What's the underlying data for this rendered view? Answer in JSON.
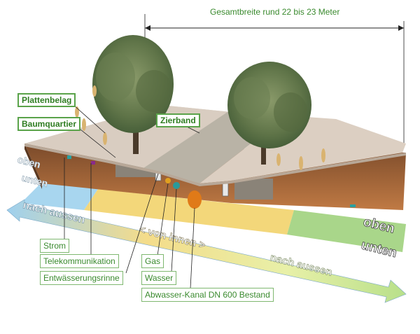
{
  "dimension": {
    "text": "Gesamtbreite rund 22 bis 23 Meter"
  },
  "labels_top": {
    "plattenbelag": "Plattenbelag",
    "baumquartier": "Baumquartier",
    "zierband": "Zierband"
  },
  "labels_bottom": {
    "strom": "Strom",
    "telekommunikation": "Telekommunikation",
    "entwaesserungsrinne": "Entwässerungsrinne",
    "gas": "Gas",
    "wasser": "Wasser",
    "abwasser": "Abwasser-Kanal DN 600 Bestand"
  },
  "arrows": {
    "left_oben": "oben",
    "left_unten": "unten",
    "left_nach_aussen": "nach aussen",
    "center_von_innen": "< von innen >",
    "right_nach_aussen": "nach aussen",
    "right_oben": "oben",
    "right_unten": "unten"
  },
  "colors": {
    "label_text": "#3a8a2e",
    "label_border": "#7fb870",
    "soil": "#b06a3a",
    "paving": "#d8ccc0",
    "zierband": "#b9b3a6"
  }
}
